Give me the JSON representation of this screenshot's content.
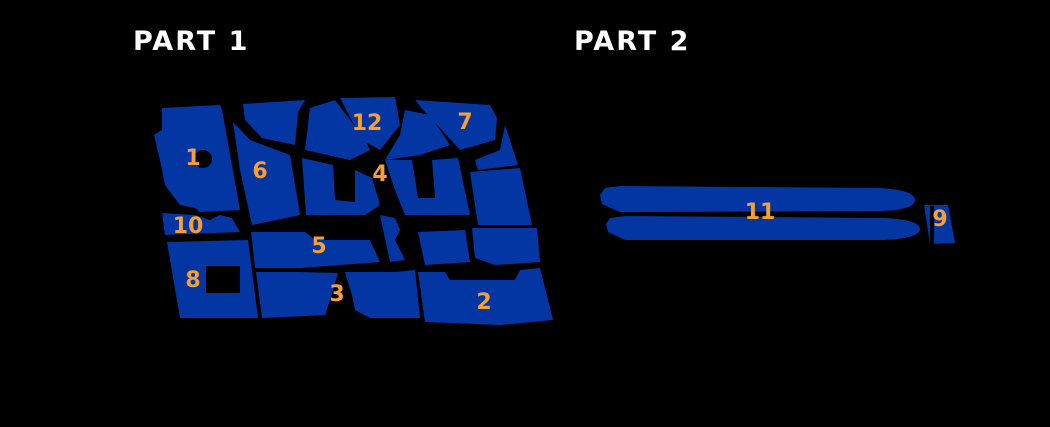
{
  "colors": {
    "background": "#000000",
    "piece": "#0336a3",
    "label": "#f7a031",
    "title": "#ffffff"
  },
  "part1": {
    "title": "PART 1",
    "labels": {
      "p1": "1",
      "p2": "2",
      "p3": "3",
      "p4": "4",
      "p5": "5",
      "p6": "6",
      "p7": "7",
      "p8": "8",
      "p10": "10",
      "p12": "12"
    }
  },
  "part2": {
    "title": "PART 2",
    "labels": {
      "p9": "9",
      "p11": "11"
    }
  }
}
